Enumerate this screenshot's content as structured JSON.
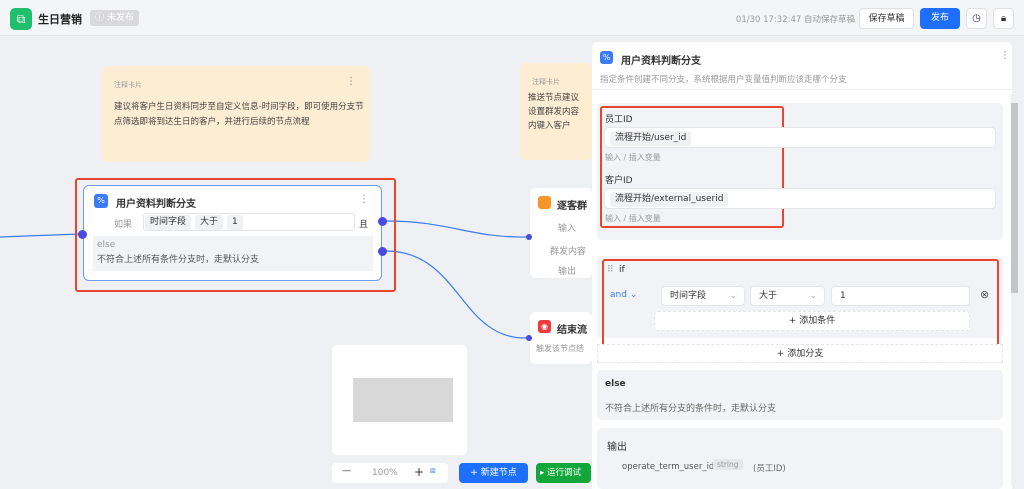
{
  "header": {
    "title": "生日营销",
    "status": "未发布",
    "autosave": "01/30 17:32:47 自动保存草稿",
    "save_draft": "保存草稿",
    "publish": "发布",
    "history_icon": "clock-icon",
    "lock_icon": "lock-icon"
  },
  "notes": [
    {
      "label": "注释卡片",
      "text": "建议将客户生日资料同步至自定义信息-时间字段，即可使用分支节点筛选即将到达生日的客户，并进行后续的节点流程"
    },
    {
      "label": "注释卡片",
      "text": "推送节点建议设置群发内容内键入客户"
    }
  ],
  "branch_node": {
    "title": "用户资料判断分支",
    "if_label": "如果",
    "conditions": [
      "时间字段",
      "大于",
      "1"
    ],
    "and_label": "且",
    "else_label": "else",
    "else_desc": "不符合上述所有条件分支时，走默认分支"
  },
  "group_node": {
    "title": "逐客群",
    "rows": [
      "输入",
      "群发内容",
      "输出"
    ]
  },
  "end_node": {
    "title": "结束流",
    "desc": "触发该节点结"
  },
  "toolbar": {
    "zoom": "100%",
    "new_node": "新建节点",
    "run": "运行调试"
  },
  "panel": {
    "title": "用户资料判断分支",
    "desc": "指定条件创建不同分支，系统根据用户变量值判断应该走哪个分支",
    "fields": [
      {
        "label": "员工ID",
        "value": "流程开始/user_id",
        "hint": "输入 / 插入变量"
      },
      {
        "label": "客户ID",
        "value": "流程开始/external_userid",
        "hint": "输入 / 插入变量"
      }
    ],
    "if_label": "if",
    "logic": "and",
    "field": "时间字段",
    "operator": "大于",
    "value": "1",
    "add_condition": "添加条件",
    "add_branch": "添加分支",
    "else_label": "else",
    "else_desc": "不符合上述所有分支的条件时，走默认分支",
    "output_title": "输出",
    "outputs": [
      {
        "name": "operate_term_user_id",
        "type": "string",
        "desc": "(员工ID)"
      }
    ]
  },
  "colors": {
    "accent": "#1f6fff",
    "brand": "#1fbf6e",
    "highlight": "#e8452c",
    "note": "#fdedd3"
  }
}
